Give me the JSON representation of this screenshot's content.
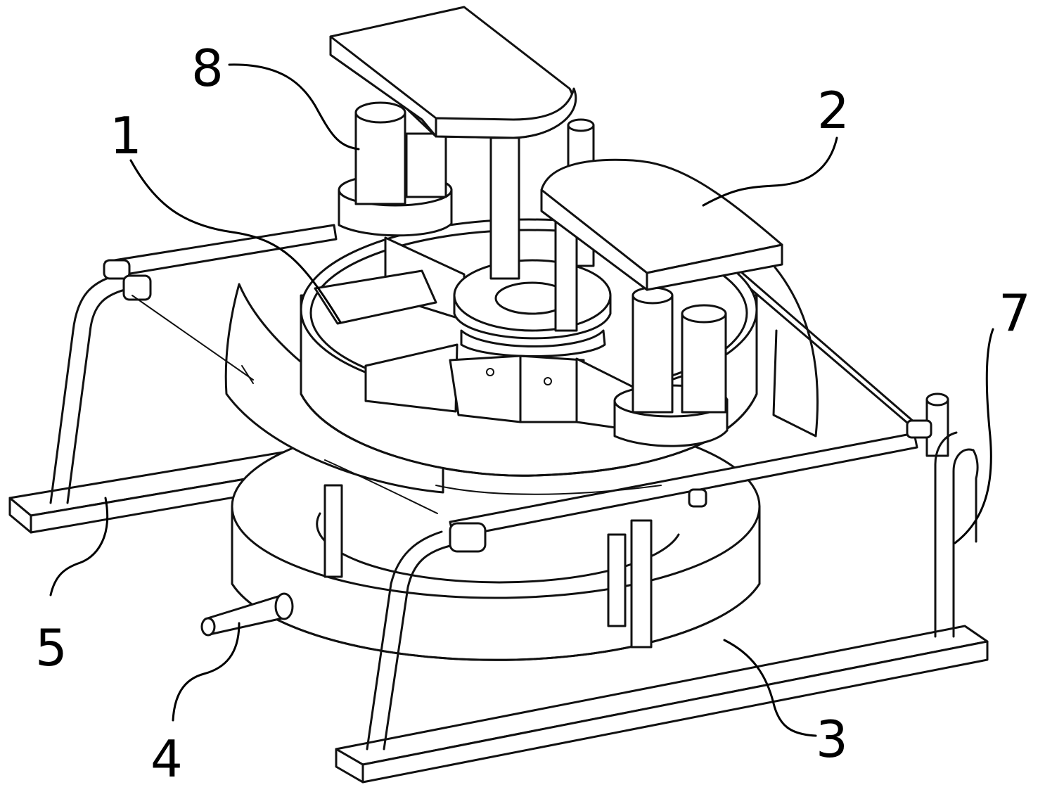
{
  "figure": {
    "labels": {
      "l1": "1",
      "l2": "2",
      "l3": "3",
      "l4": "4",
      "l5": "5",
      "l7": "7",
      "l8": "8"
    }
  }
}
